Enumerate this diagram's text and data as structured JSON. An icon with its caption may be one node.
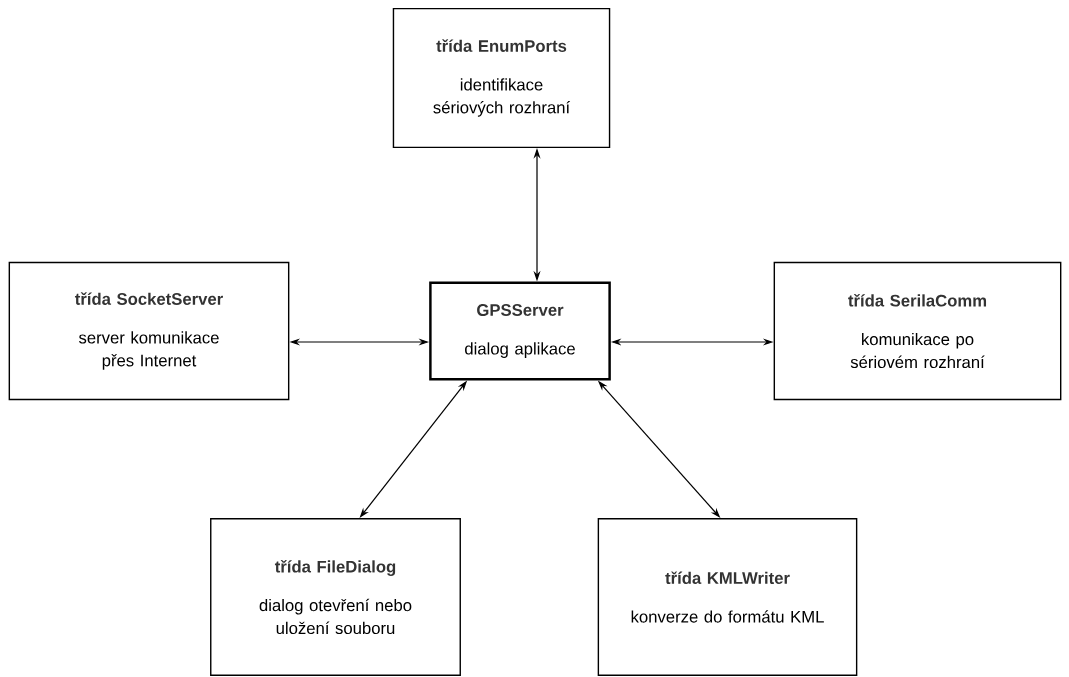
{
  "diagram": {
    "nodes": [
      {
        "text": [
          "třída EnumPorts",
          "identifikace sériových rozhraní"
        ]
      },
      {
        "text": [
          "třída SocketServer",
          "server komunikace přes Internet"
        ]
      },
      {
        "text": [
          "GPSServer",
          "dialog aplikace"
        ]
      },
      {
        "text": [
          "třída SerilaComm",
          "komunikace po sériovém rozhraní"
        ]
      },
      {
        "text": [
          "třída FileDialog",
          "dialog otevření nebo uložení souboru"
        ]
      },
      {
        "text": [
          "třída KMLWriter",
          "konverze do formátu KML"
        ]
      }
    ],
    "edges": [
      {
        "from": 2,
        "to": 0,
        "arrow": "both"
      },
      {
        "from": 1,
        "to": 2,
        "arrow": "both"
      },
      {
        "from": 2,
        "to": 3,
        "arrow": "both"
      },
      {
        "from": 2,
        "to": 4,
        "arrow": "both"
      },
      {
        "from": 2,
        "to": 5,
        "arrow": "both"
      }
    ]
  }
}
